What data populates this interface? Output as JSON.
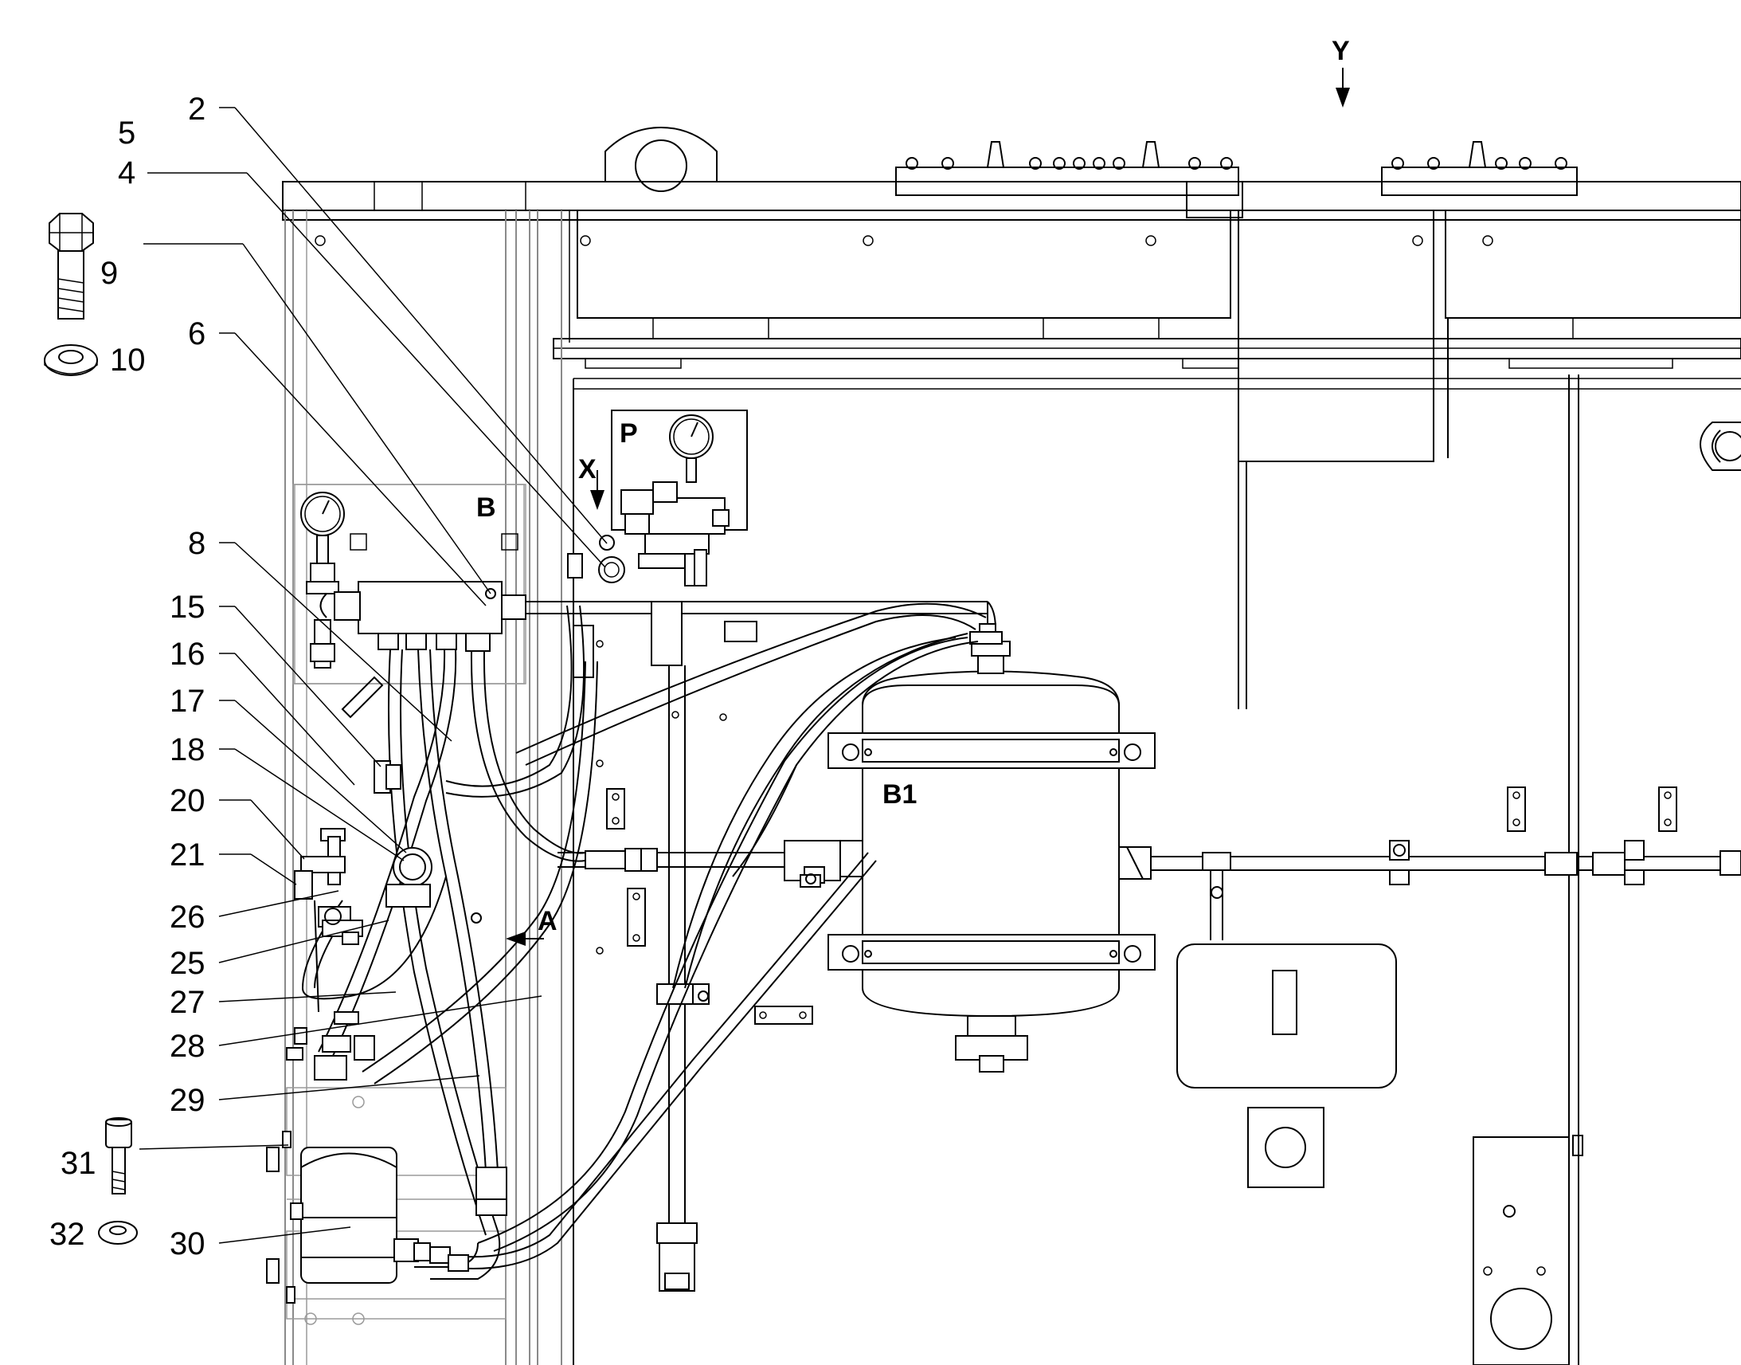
{
  "callouts": {
    "c2": "2",
    "c5": "5",
    "c4": "4",
    "c9": "9",
    "c10": "10",
    "c6": "6",
    "c8": "8",
    "c15": "15",
    "c16": "16",
    "c17": "17",
    "c18": "18",
    "c20": "20",
    "c21": "21",
    "c26": "26",
    "c25": "25",
    "c27": "27",
    "c28": "28",
    "c29": "29",
    "c31": "31",
    "c32": "32",
    "c30": "30"
  },
  "refs": {
    "y": "Y",
    "x": "X",
    "p": "P",
    "b": "B",
    "a": "A",
    "b1": "B1"
  }
}
